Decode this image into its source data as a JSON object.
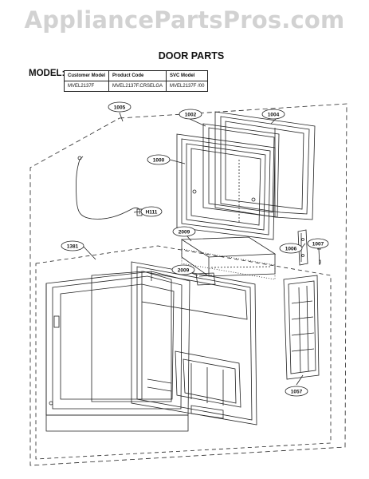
{
  "watermark": "AppliancePartsPros.com",
  "title": "DOOR PARTS",
  "model": {
    "label": "MODEL:",
    "headers": [
      "Customer Model",
      "Product Code",
      "SVC Model"
    ],
    "row": [
      "MVEL2137F",
      "MVEL2137F.CRSELGA",
      "MVEL2137F /00"
    ]
  },
  "callouts": {
    "c1005": "1005",
    "c1002": "1002",
    "c1004": "1004",
    "c1000": "1000",
    "cH111": "H111",
    "c2009a": "2009",
    "c1007": "1007",
    "c1006": "1006",
    "c1381": "1381",
    "c2009b": "2009",
    "c1057": "1057"
  }
}
